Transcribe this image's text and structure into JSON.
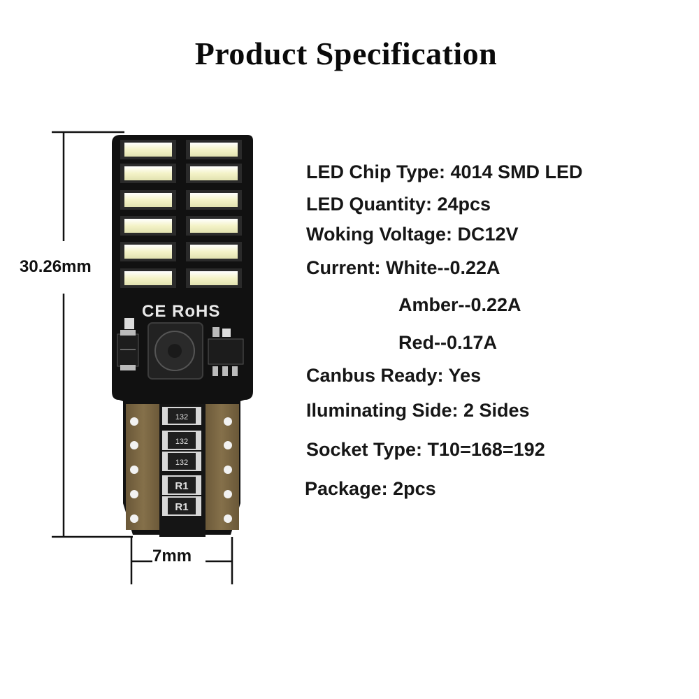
{
  "title": "Product Specification",
  "dimensions": {
    "height": "30.26mm",
    "width": "7mm"
  },
  "board": {
    "marking": "CE RoHS",
    "resistor_codes": [
      "132",
      "132",
      "132"
    ],
    "resistor_r_codes": [
      "R1",
      "R1"
    ]
  },
  "specs": [
    "LED Chip Type: 4014 SMD LED",
    "LED Quantity: 24pcs",
    "Woking Voltage: DC12V",
    "Current: White--0.22A",
    "Amber--0.22A",
    "Red--0.17A",
    "Canbus Ready: Yes",
    "Iluminating Side: 2 Sides",
    "Socket Type: T10=168=192",
    "Package: 2pcs"
  ],
  "colors": {
    "pcb": "#111111",
    "led_chip": "#f4f3c8",
    "contact_pad": "#7a6640",
    "text": "#161616"
  }
}
